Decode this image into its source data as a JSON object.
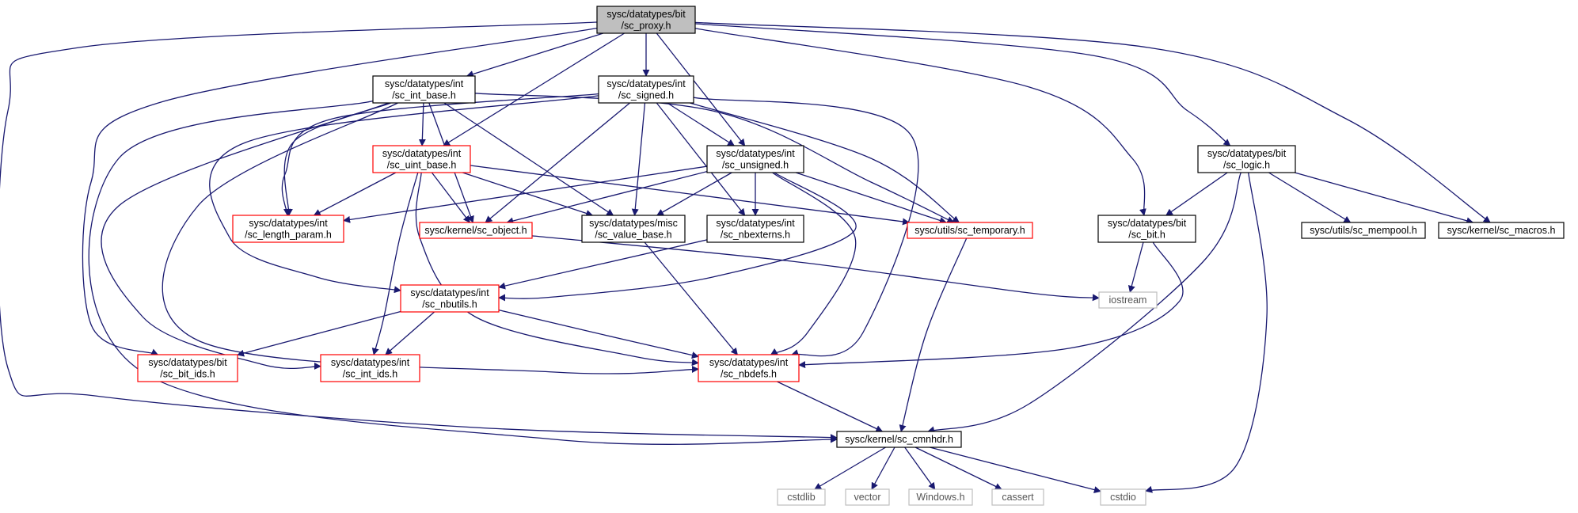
{
  "colors": {
    "edge": "#191970",
    "root_fill": "#bfbfbf",
    "node_border": "#000000",
    "incomplete_border": "#ff0000",
    "external_border": "#bfbfbf"
  },
  "nodes": {
    "sc_proxy": {
      "label": [
        "sysc/datatypes/bit",
        "/sc_proxy.h"
      ],
      "kind": "root"
    },
    "sc_int_base": {
      "label": [
        "sysc/datatypes/int",
        "/sc_int_base.h"
      ],
      "kind": "normal"
    },
    "sc_signed": {
      "label": [
        "sysc/datatypes/int",
        "/sc_signed.h"
      ],
      "kind": "normal"
    },
    "sc_uint_base": {
      "label": [
        "sysc/datatypes/int",
        "/sc_uint_base.h"
      ],
      "kind": "incomplete"
    },
    "sc_unsigned": {
      "label": [
        "sysc/datatypes/int",
        "/sc_unsigned.h"
      ],
      "kind": "normal"
    },
    "sc_logic": {
      "label": [
        "sysc/datatypes/bit",
        "/sc_logic.h"
      ],
      "kind": "normal"
    },
    "sc_length_param": {
      "label": [
        "sysc/datatypes/int",
        "/sc_length_param.h"
      ],
      "kind": "incomplete"
    },
    "sc_object": {
      "label": [
        "sysc/kernel/sc_object.h"
      ],
      "kind": "incomplete"
    },
    "sc_value_base": {
      "label": [
        "sysc/datatypes/misc",
        "/sc_value_base.h"
      ],
      "kind": "normal"
    },
    "sc_nbexterns": {
      "label": [
        "sysc/datatypes/int",
        "/sc_nbexterns.h"
      ],
      "kind": "normal"
    },
    "sc_temporary": {
      "label": [
        "sysc/utils/sc_temporary.h"
      ],
      "kind": "incomplete"
    },
    "sc_bit": {
      "label": [
        "sysc/datatypes/bit",
        "/sc_bit.h"
      ],
      "kind": "normal"
    },
    "sc_mempool": {
      "label": [
        "sysc/utils/sc_mempool.h"
      ],
      "kind": "normal"
    },
    "sc_macros": {
      "label": [
        "sysc/kernel/sc_macros.h"
      ],
      "kind": "normal"
    },
    "iostream": {
      "label": [
        "iostream"
      ],
      "kind": "external"
    },
    "sc_nbutils": {
      "label": [
        "sysc/datatypes/int",
        "/sc_nbutils.h"
      ],
      "kind": "incomplete"
    },
    "sc_bit_ids": {
      "label": [
        "sysc/datatypes/bit",
        "/sc_bit_ids.h"
      ],
      "kind": "incomplete"
    },
    "sc_int_ids": {
      "label": [
        "sysc/datatypes/int",
        "/sc_int_ids.h"
      ],
      "kind": "incomplete"
    },
    "sc_nbdefs": {
      "label": [
        "sysc/datatypes/int",
        "/sc_nbdefs.h"
      ],
      "kind": "incomplete"
    },
    "sc_cmnhdr": {
      "label": [
        "sysc/kernel/sc_cmnhdr.h"
      ],
      "kind": "normal"
    },
    "cstdlib": {
      "label": [
        "cstdlib"
      ],
      "kind": "external"
    },
    "vector": {
      "label": [
        "vector"
      ],
      "kind": "external"
    },
    "windows": {
      "label": [
        "Windows.h"
      ],
      "kind": "external"
    },
    "cassert": {
      "label": [
        "cassert"
      ],
      "kind": "external"
    },
    "cstdio": {
      "label": [
        "cstdio"
      ],
      "kind": "external"
    }
  },
  "edges": [
    [
      "sc_proxy",
      "sc_int_base"
    ],
    [
      "sc_proxy",
      "sc_signed"
    ],
    [
      "sc_proxy",
      "sc_uint_base"
    ],
    [
      "sc_proxy",
      "sc_unsigned"
    ],
    [
      "sc_proxy",
      "sc_logic"
    ],
    [
      "sc_proxy",
      "sc_bit"
    ],
    [
      "sc_proxy",
      "sc_macros"
    ],
    [
      "sc_proxy",
      "sc_bit_ids"
    ],
    [
      "sc_proxy",
      "sc_cmnhdr"
    ],
    [
      "sc_int_base",
      "sc_uint_base"
    ],
    [
      "sc_int_base",
      "sc_length_param"
    ],
    [
      "sc_int_base",
      "sc_object"
    ],
    [
      "sc_int_base",
      "sc_value_base"
    ],
    [
      "sc_int_base",
      "sc_temporary"
    ],
    [
      "sc_int_base",
      "sc_int_ids"
    ],
    [
      "sc_int_base",
      "sc_nbdefs"
    ],
    [
      "sc_int_base",
      "sc_cmnhdr"
    ],
    [
      "sc_signed",
      "sc_length_param"
    ],
    [
      "sc_signed",
      "sc_object"
    ],
    [
      "sc_signed",
      "sc_value_base"
    ],
    [
      "sc_signed",
      "sc_unsigned"
    ],
    [
      "sc_signed",
      "sc_nbexterns"
    ],
    [
      "sc_signed",
      "sc_temporary"
    ],
    [
      "sc_signed",
      "sc_nbutils"
    ],
    [
      "sc_signed",
      "sc_nbdefs"
    ],
    [
      "sc_uint_base",
      "sc_length_param"
    ],
    [
      "sc_uint_base",
      "sc_object"
    ],
    [
      "sc_uint_base",
      "sc_value_base"
    ],
    [
      "sc_uint_base",
      "sc_temporary"
    ],
    [
      "sc_uint_base",
      "sc_int_ids"
    ],
    [
      "sc_uint_base",
      "sc_nbdefs"
    ],
    [
      "sc_unsigned",
      "sc_length_param"
    ],
    [
      "sc_unsigned",
      "sc_object"
    ],
    [
      "sc_unsigned",
      "sc_value_base"
    ],
    [
      "sc_unsigned",
      "sc_nbexterns"
    ],
    [
      "sc_unsigned",
      "sc_temporary"
    ],
    [
      "sc_unsigned",
      "sc_nbutils"
    ],
    [
      "sc_unsigned",
      "sc_nbdefs"
    ],
    [
      "sc_logic",
      "sc_bit"
    ],
    [
      "sc_logic",
      "sc_mempool"
    ],
    [
      "sc_logic",
      "sc_macros"
    ],
    [
      "sc_logic",
      "sc_cmnhdr"
    ],
    [
      "sc_logic",
      "cstdio"
    ],
    [
      "sc_object",
      "iostream"
    ],
    [
      "sc_value_base",
      "sc_nbdefs"
    ],
    [
      "sc_nbexterns",
      "sc_nbutils"
    ],
    [
      "sc_temporary",
      "sc_cmnhdr"
    ],
    [
      "sc_bit",
      "iostream"
    ],
    [
      "sc_bit",
      "sc_nbdefs"
    ],
    [
      "sc_nbutils",
      "sc_bit_ids"
    ],
    [
      "sc_nbutils",
      "sc_int_ids"
    ],
    [
      "sc_nbutils",
      "sc_nbdefs"
    ],
    [
      "sc_nbdefs",
      "sc_cmnhdr"
    ],
    [
      "sc_cmnhdr",
      "cstdlib"
    ],
    [
      "sc_cmnhdr",
      "vector"
    ],
    [
      "sc_cmnhdr",
      "windows"
    ],
    [
      "sc_cmnhdr",
      "cassert"
    ],
    [
      "sc_cmnhdr",
      "cstdio"
    ]
  ]
}
